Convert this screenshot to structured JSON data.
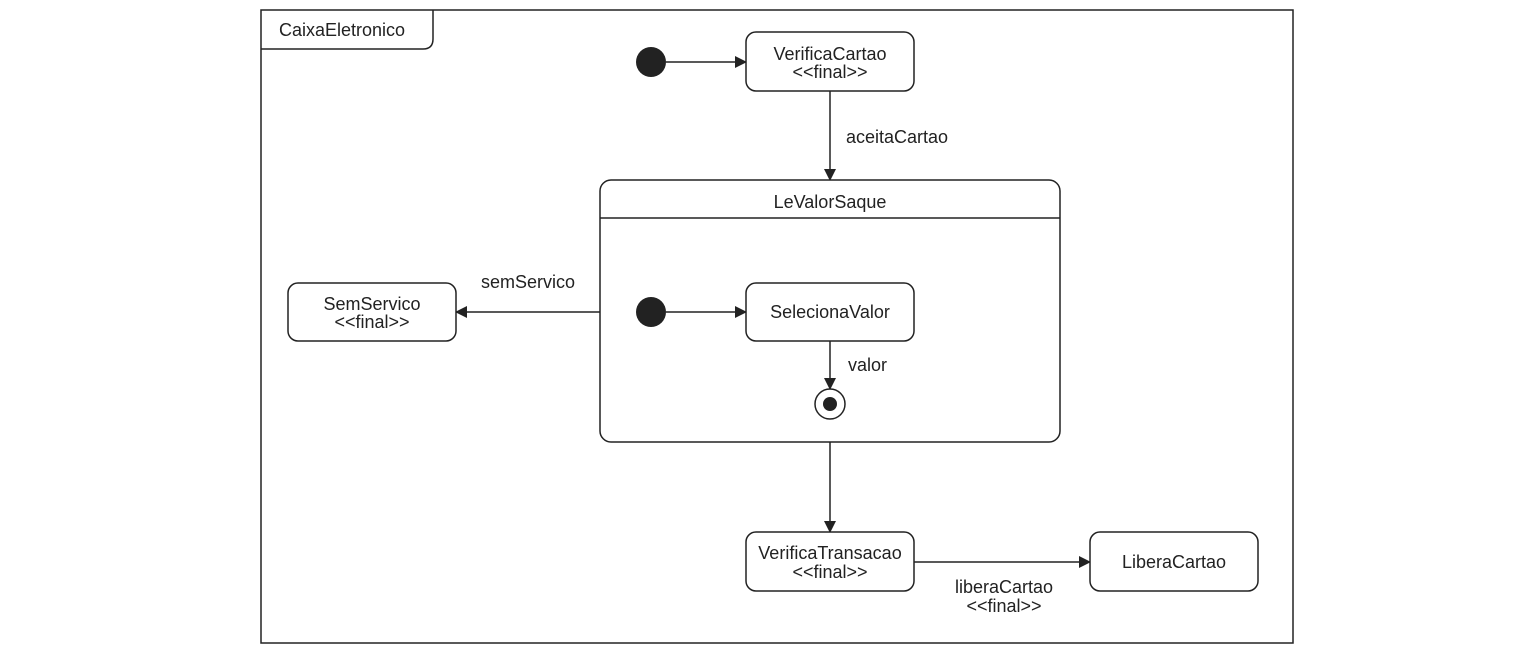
{
  "diagram": {
    "frame_title": "CaixaEletronico",
    "colors": {
      "stroke": "#222222",
      "fill": "#ffffff",
      "text": "#222222"
    },
    "states": {
      "verifica_cartao": {
        "name": "VerificaCartao",
        "stereotype": "<<final>>"
      },
      "le_valor_saque": {
        "name": "LeValorSaque"
      },
      "seleciona_valor": {
        "name": "SelecionaValor"
      },
      "sem_servico": {
        "name": "SemServico",
        "stereotype": "<<final>>"
      },
      "verifica_transacao": {
        "name": "VerificaTransacao",
        "stereotype": "<<final>>"
      },
      "libera_cartao": {
        "name": "LiberaCartao"
      }
    },
    "transitions": {
      "aceita_cartao": "aceitaCartao",
      "sem_servico": "semServico",
      "valor": "valor",
      "libera_cartao": "liberaCartao",
      "libera_cartao_stereotype": "<<final>>"
    }
  }
}
